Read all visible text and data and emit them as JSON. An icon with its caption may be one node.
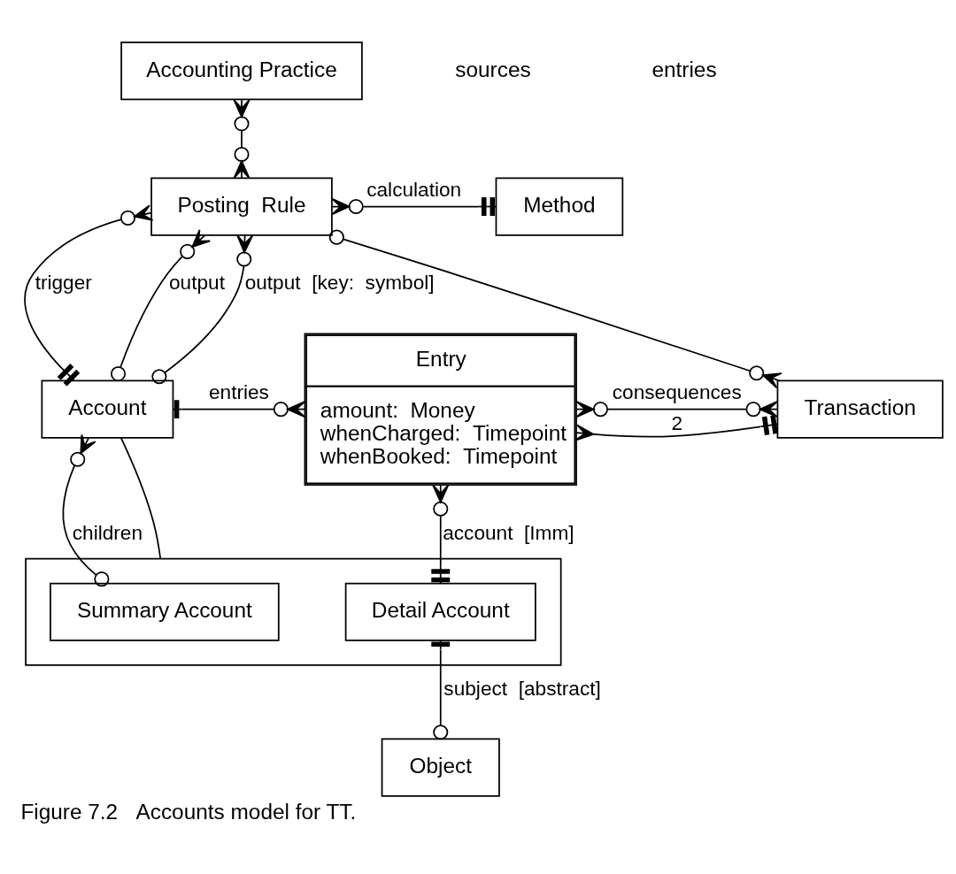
{
  "diagram": {
    "caption": "Figure 7.2   Accounts model for TT.",
    "nodes": [
      {
        "text": [
          "Accounting Practice"
        ]
      },
      {
        "text": [
          "Posting  Rule"
        ]
      },
      {
        "text": [
          "Method"
        ]
      },
      {
        "text": [
          "Account"
        ]
      },
      {
        "text": [
          "Entry",
          "amount:  Money",
          "whenCharged:  Timepoint",
          "whenBooked:  Timepoint"
        ]
      },
      {
        "text": [
          "Transaction"
        ]
      },
      {
        "text": [],
        "shape": "box"
      },
      {
        "text": [
          "Summary Account"
        ],
        "in": 6
      },
      {
        "text": [
          "Detail Account"
        ],
        "in": 6
      },
      {
        "text": [
          "Object"
        ]
      }
    ],
    "edges": [
      {
        "from": 0,
        "to": 1,
        "arrow": "other"
      },
      {
        "from": 1,
        "to": 2,
        "arrow": "other",
        "label": "calculation"
      },
      {
        "from": 1,
        "to": 5,
        "arrow": "other"
      },
      {
        "from": 1,
        "to": 3,
        "arrow": "other",
        "label": "trigger"
      },
      {
        "from": 1,
        "to": 3,
        "arrow": "other",
        "label": "output"
      },
      {
        "from": 1,
        "to": 3,
        "arrow": "other",
        "label": "output  [key:  symbol]"
      },
      {
        "from": 3,
        "to": 4,
        "arrow": "other",
        "label": "entries"
      },
      {
        "from": 4,
        "to": 5,
        "arrow": "other",
        "label": "2"
      },
      {
        "from": 4,
        "to": 5,
        "arrow": "other",
        "label": "consequences"
      },
      {
        "from": 8,
        "to": 4,
        "arrow": "other",
        "label": "account  [Imm]"
      },
      {
        "from": 7,
        "to": 3,
        "arrow": "other",
        "label": "children"
      },
      {
        "from": 6,
        "to": 3,
        "arrow": "none"
      },
      {
        "from": 8,
        "to": 9,
        "arrow": "other",
        "label": "subject  [abstract]"
      }
    ],
    "labels": [
      "sources",
      "entries"
    ]
  }
}
